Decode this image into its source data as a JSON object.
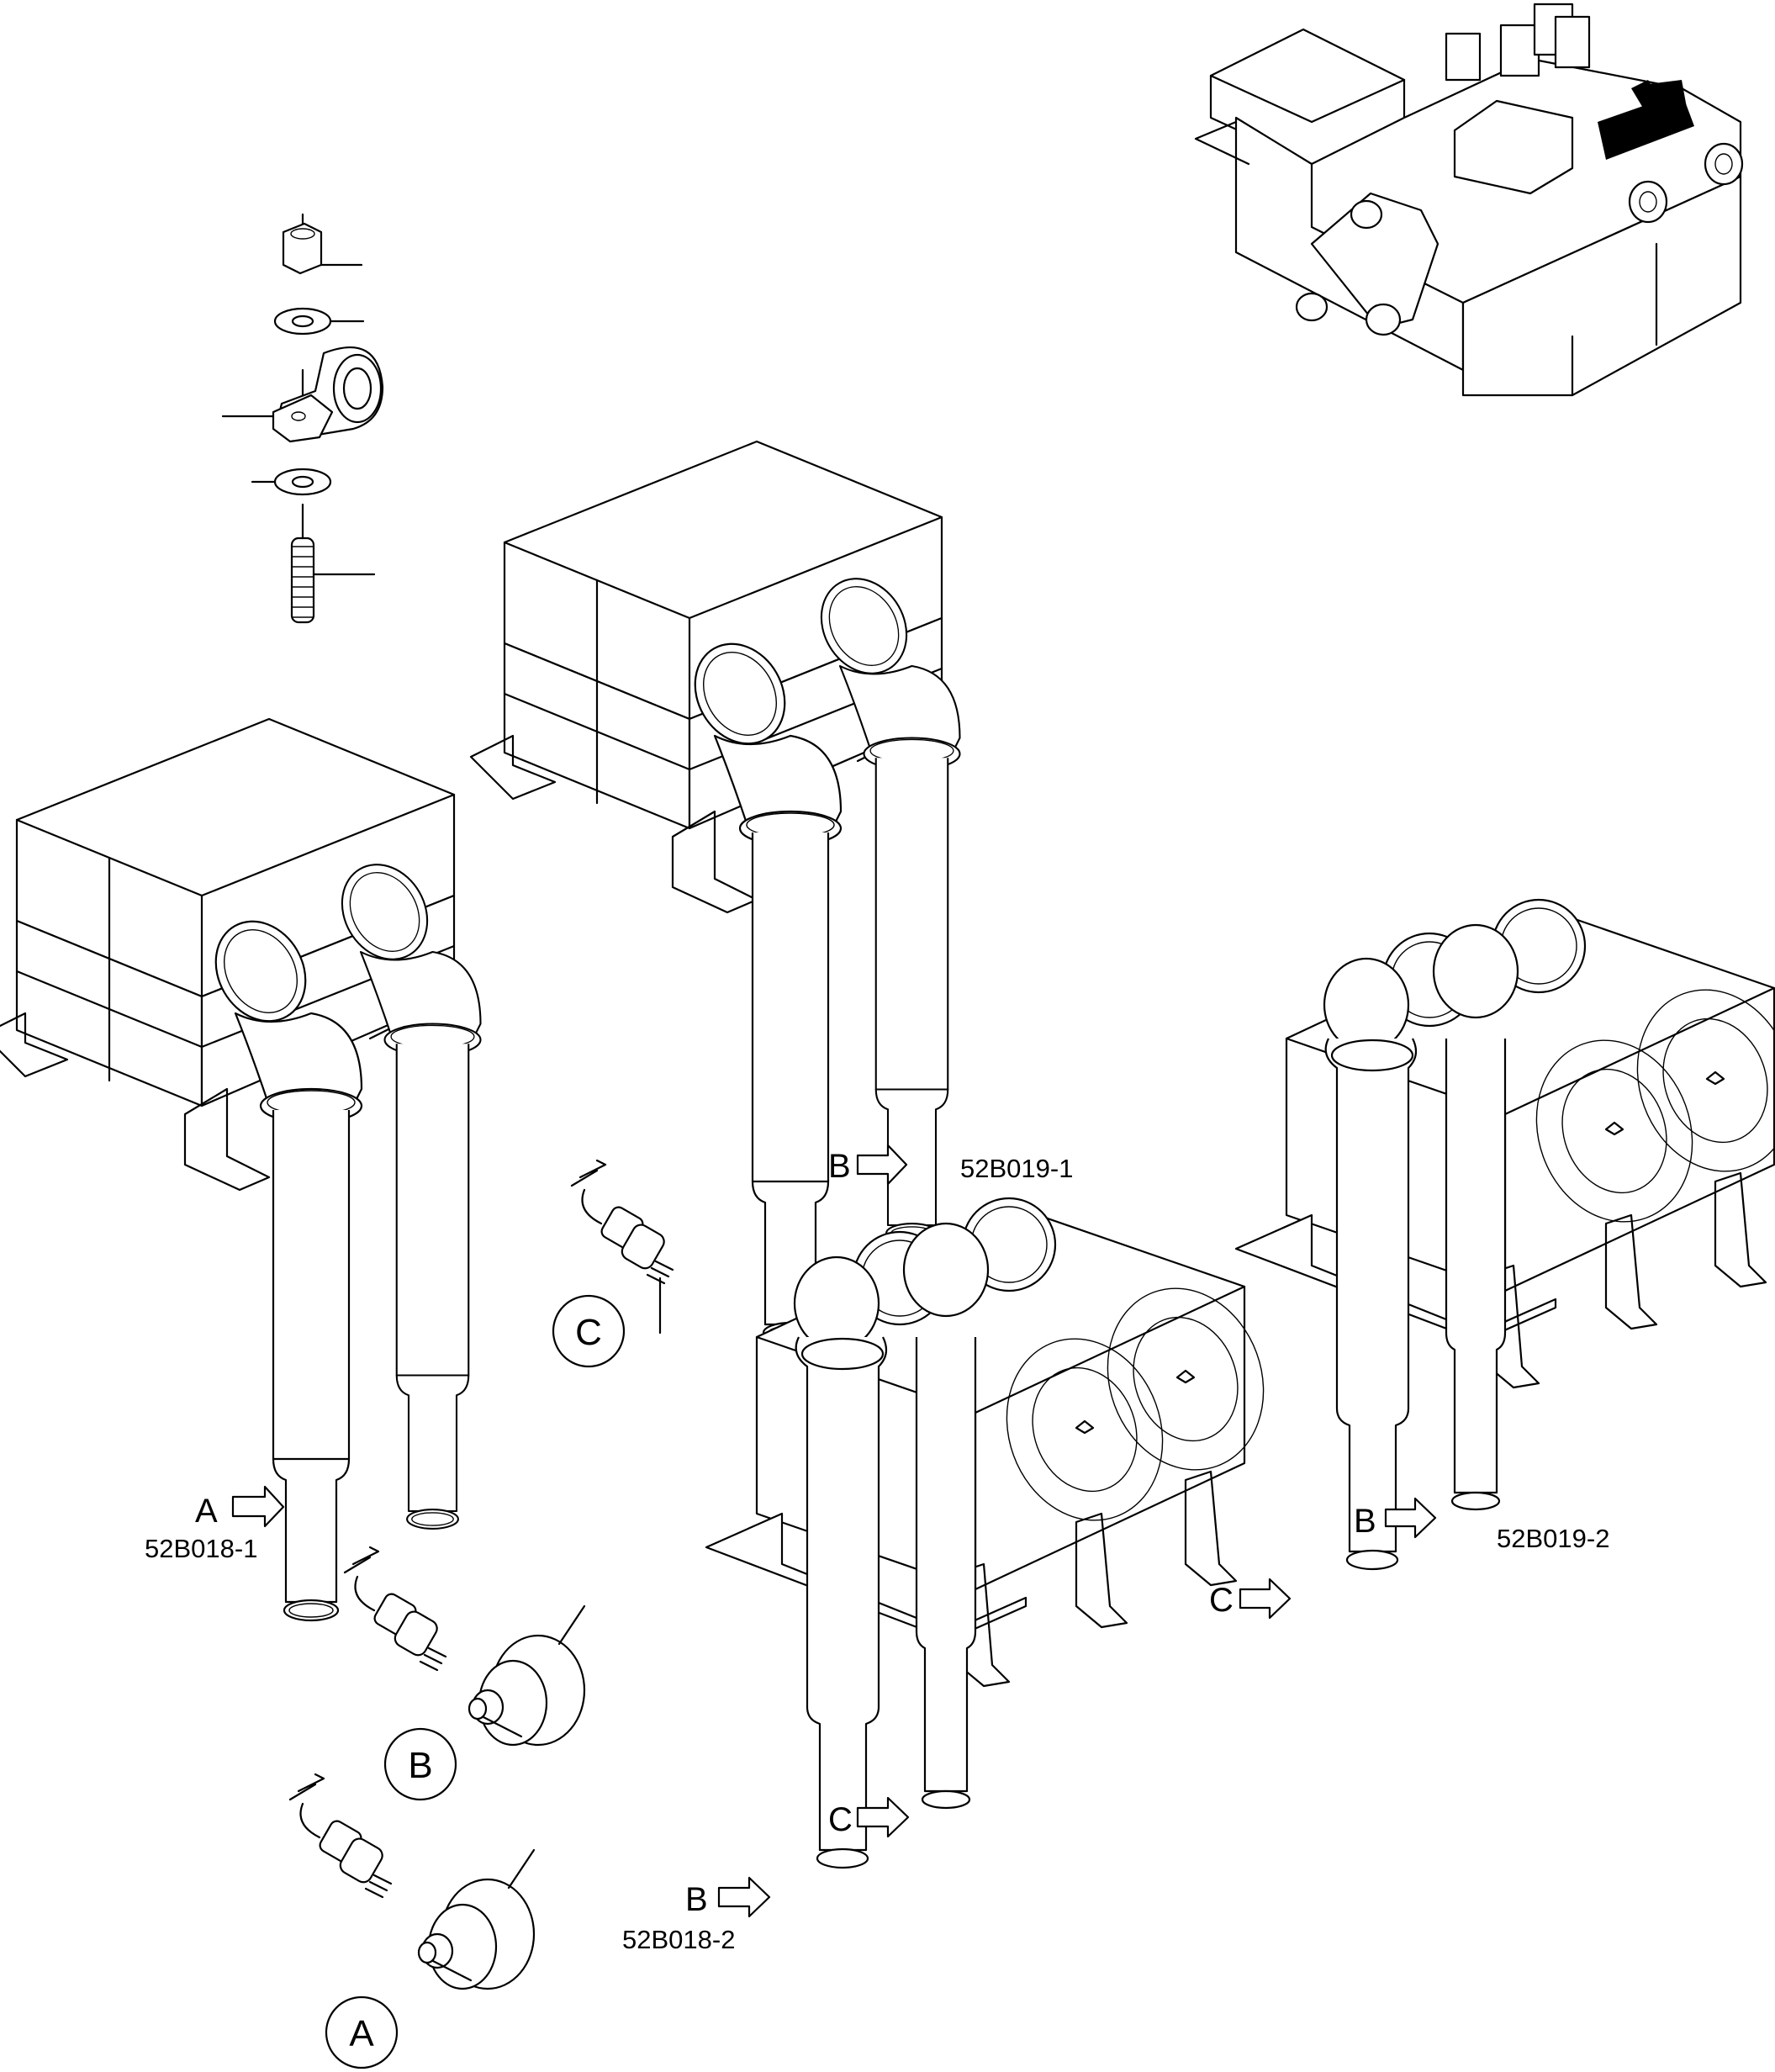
{
  "labels": {
    "a_letter": "A",
    "a_code": "52B018-1",
    "b1_letter": "B",
    "b1_code": "52B019-1",
    "b2_letter": "B",
    "b2_code": "52B018-2",
    "b3_letter": "B",
    "b3_code": "52B019-2",
    "c_mid": "C",
    "c_right": "C"
  },
  "detail_circles": [
    "C",
    "B",
    "A"
  ]
}
